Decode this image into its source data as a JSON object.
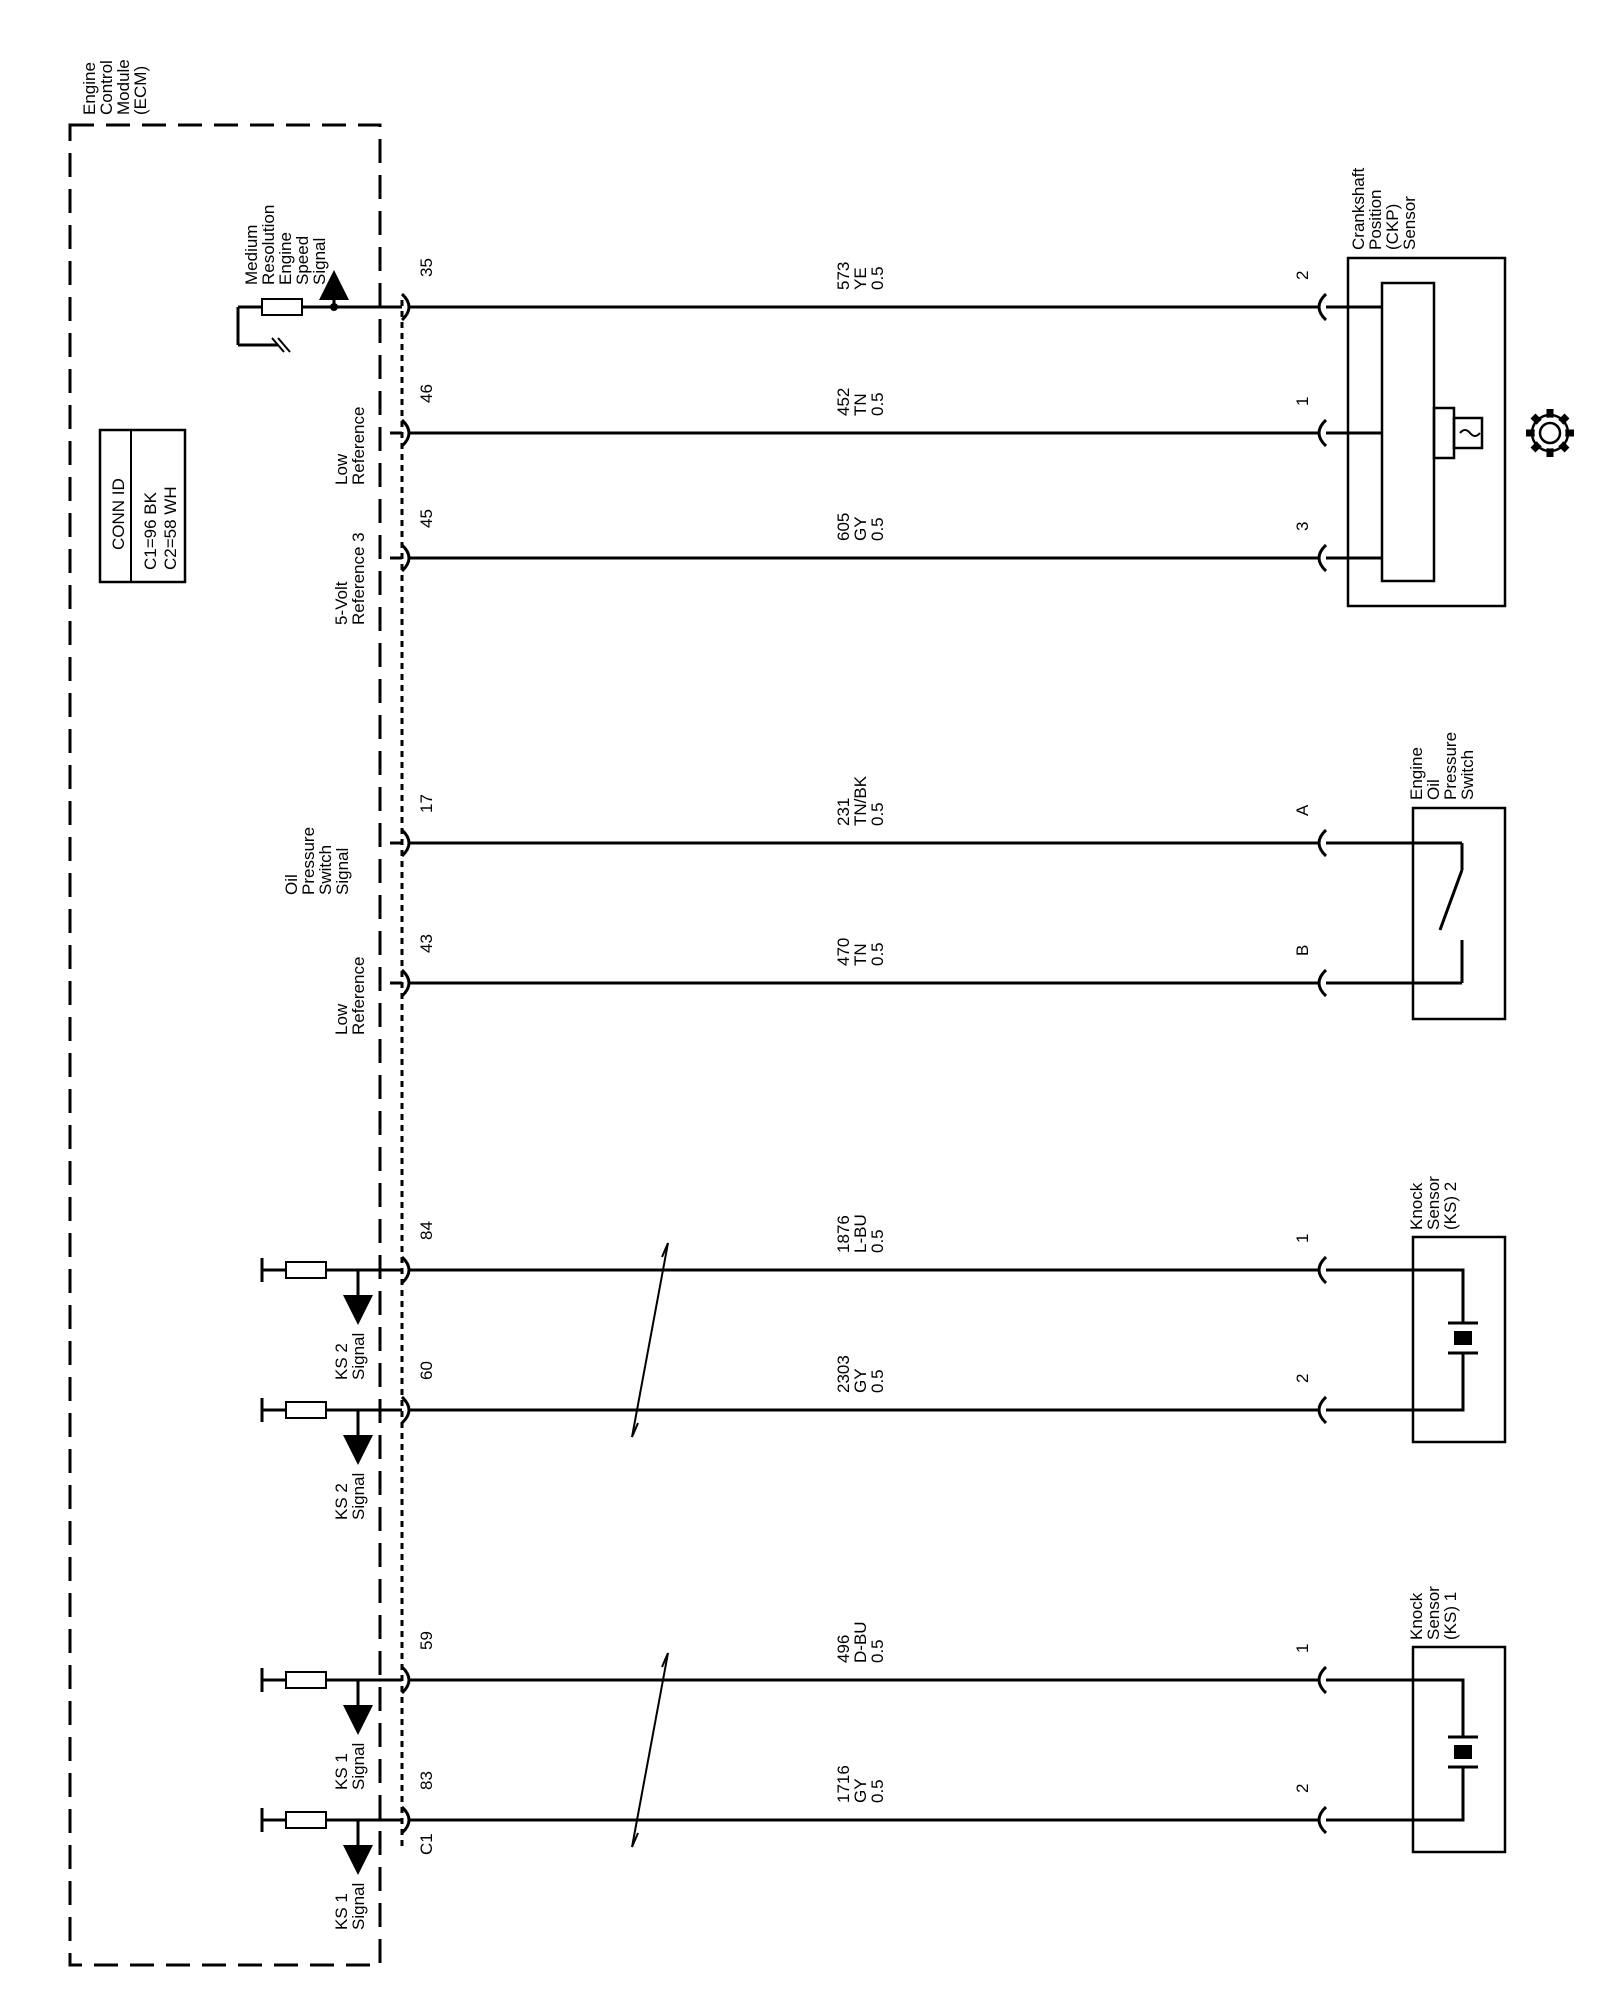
{
  "ecm": {
    "label": [
      "Engine",
      "Control",
      "Module",
      "(ECM)"
    ],
    "connector_id": "C1",
    "conn_box": {
      "title": "CONN ID",
      "line1": "C1=96 BK",
      "line2": "C2=58 WH"
    }
  },
  "signals": {
    "medium_res": [
      "Medium",
      "Resolution",
      "Engine",
      "Speed",
      "Signal"
    ],
    "low_ref_1": [
      "Low",
      "Reference"
    ],
    "volt_ref": [
      "5-Volt",
      "Reference 3"
    ],
    "oil_signal": [
      "Oil",
      "Pressure",
      "Switch",
      "Signal"
    ],
    "low_ref_2": [
      "Low",
      "Reference"
    ],
    "ks2_signal_a": [
      "KS 2",
      "Signal"
    ],
    "ks2_signal_b": [
      "KS 2",
      "Signal"
    ],
    "ks1_signal_a": [
      "KS 1",
      "Signal"
    ],
    "ks1_signal_b": [
      "KS 1",
      "Signal"
    ]
  },
  "wires": [
    {
      "pin": "35",
      "circuit": "573",
      "color": "YE",
      "gauge": "0.5",
      "term": "2"
    },
    {
      "pin": "46",
      "circuit": "452",
      "color": "TN",
      "gauge": "0.5",
      "term": "1"
    },
    {
      "pin": "45",
      "circuit": "605",
      "color": "GY",
      "gauge": "0.5",
      "term": "3"
    },
    {
      "pin": "17",
      "circuit": "231",
      "color": "TN/BK",
      "gauge": "0.5",
      "term": "A"
    },
    {
      "pin": "43",
      "circuit": "470",
      "color": "TN",
      "gauge": "0.5",
      "term": "B"
    },
    {
      "pin": "84",
      "circuit": "1876",
      "color": "L-BU",
      "gauge": "0.5",
      "term": "1"
    },
    {
      "pin": "60",
      "circuit": "2303",
      "color": "GY",
      "gauge": "0.5",
      "term": "2"
    },
    {
      "pin": "59",
      "circuit": "496",
      "color": "D-BU",
      "gauge": "0.5",
      "term": "1"
    },
    {
      "pin": "83",
      "circuit": "1716",
      "color": "GY",
      "gauge": "0.5",
      "term": "2"
    }
  ],
  "components": {
    "ckp": [
      "Crankshaft",
      "Position",
      "(CKP)",
      "Sensor"
    ],
    "oil_switch": [
      "Engine",
      "Oil",
      "Pressure",
      "Switch"
    ],
    "ks2": [
      "Knock",
      "Sensor",
      "(KS) 2"
    ],
    "ks1": [
      "Knock",
      "Sensor",
      "(KS) 1"
    ]
  }
}
